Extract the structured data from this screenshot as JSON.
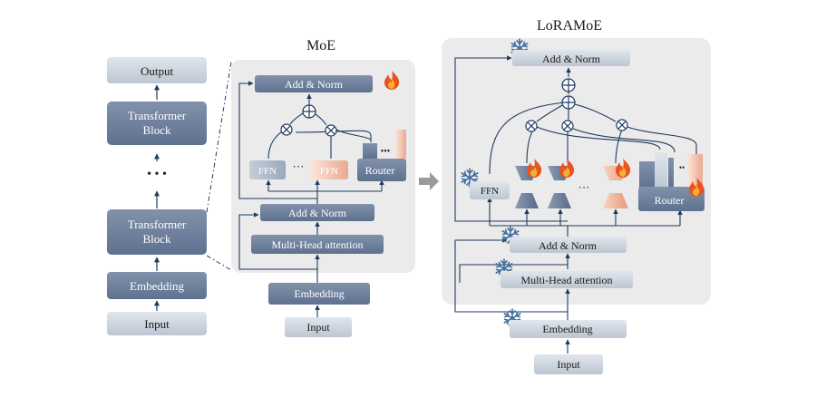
{
  "left": {
    "output": "Output",
    "block_top": [
      "Transformer",
      "Block"
    ],
    "dots": "• • •",
    "block_bottom": [
      "Transformer",
      "Block"
    ],
    "embedding": "Embedding",
    "input": "Input"
  },
  "moe": {
    "title": "MoE",
    "add_norm_top": "Add & Norm",
    "ffn_1": "FFN",
    "ffn_2": "FFN",
    "ffn_dots": "···",
    "router": "Router",
    "router_dots": "•••",
    "add_norm_bottom": "Add & Norm",
    "attention": "Multi-Head attention",
    "embedding": "Embedding",
    "input": "Input"
  },
  "loramoe": {
    "title": "LoRAMoE",
    "add_norm_top": "Add & Norm",
    "ffn": "FFN",
    "expert_dots": "···",
    "router": "Router",
    "router_dots": "••",
    "add_norm_bottom": "Add & Norm",
    "attention": "Multi-Head attention",
    "embedding": "Embedding",
    "input": "Input"
  },
  "colors": {
    "dark_box": "#6c7f9b",
    "light_box": "#c5ced9",
    "panel": "#ebebeb",
    "line": "#1f3a5f",
    "peach": "#f2bfa9",
    "fire": "#e8531f",
    "snow": "#3f6e9e"
  },
  "icons": [
    "fire-icon",
    "snowflake-icon",
    "plus-circle-icon",
    "times-circle-icon",
    "arrow-right-icon"
  ]
}
